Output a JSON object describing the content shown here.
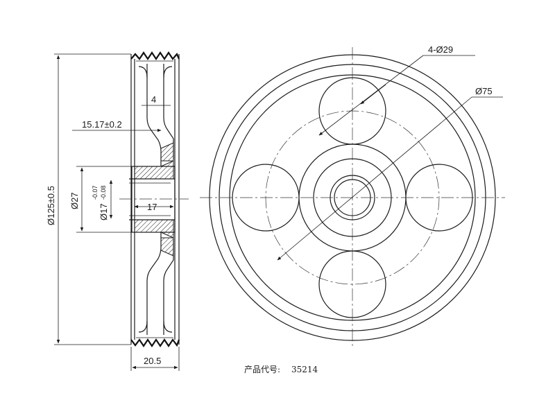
{
  "diagram": {
    "side_view": {
      "dims": {
        "outer_diameter": "Ø125±0.5",
        "hub_diameter": "Ø27",
        "bore_main": "Ø17",
        "bore_tol_upper": "-0.07",
        "bore_tol_lower": "-0.08",
        "bore_length": "17",
        "offset": "15.17±0.2",
        "web_thickness": "4",
        "total_width": "20.5"
      }
    },
    "front_view": {
      "dims": {
        "holes": "4-Ø29",
        "pitch_circle": "Ø75"
      }
    },
    "caption": {
      "label": "产品代号:",
      "code": "35214"
    }
  }
}
